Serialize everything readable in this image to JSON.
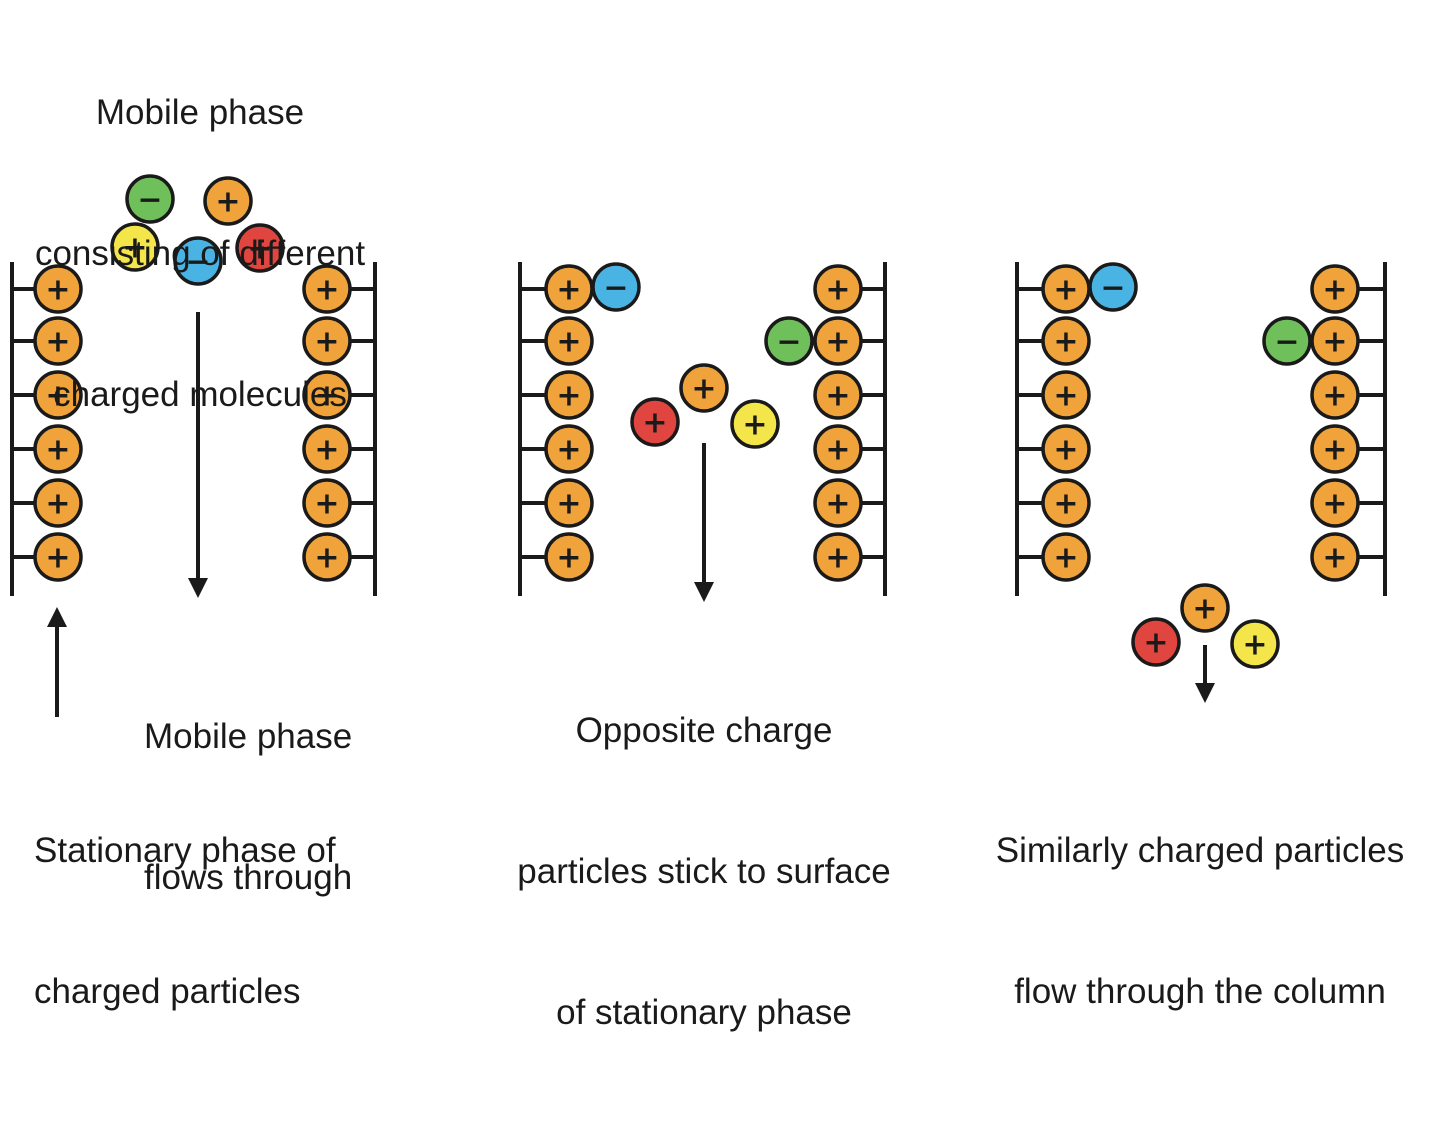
{
  "captions": {
    "mobile_phase_title": [
      "Mobile phase",
      "consisting of different",
      "charged molecules"
    ],
    "mobile_phase_flows": [
      "Mobile phase",
      "flows through"
    ],
    "stationary_phase": [
      "Stationary phase of",
      "charged particles"
    ],
    "opposite_charge": [
      "Opposite charge",
      "particles stick to surface",
      "of stationary phase"
    ],
    "similarly_charged": [
      "Similarly charged particles",
      "flow through the column"
    ]
  },
  "symbols": {
    "positive": "+",
    "negative": "−"
  },
  "colors": {
    "stationary_particle": "#f0a33a",
    "red_particle": "#e0453f",
    "yellow_particle": "#f4e64a",
    "blue_particle": "#49b4e3",
    "green_particle": "#6fbf5a",
    "outline": "#1a1a1a"
  }
}
